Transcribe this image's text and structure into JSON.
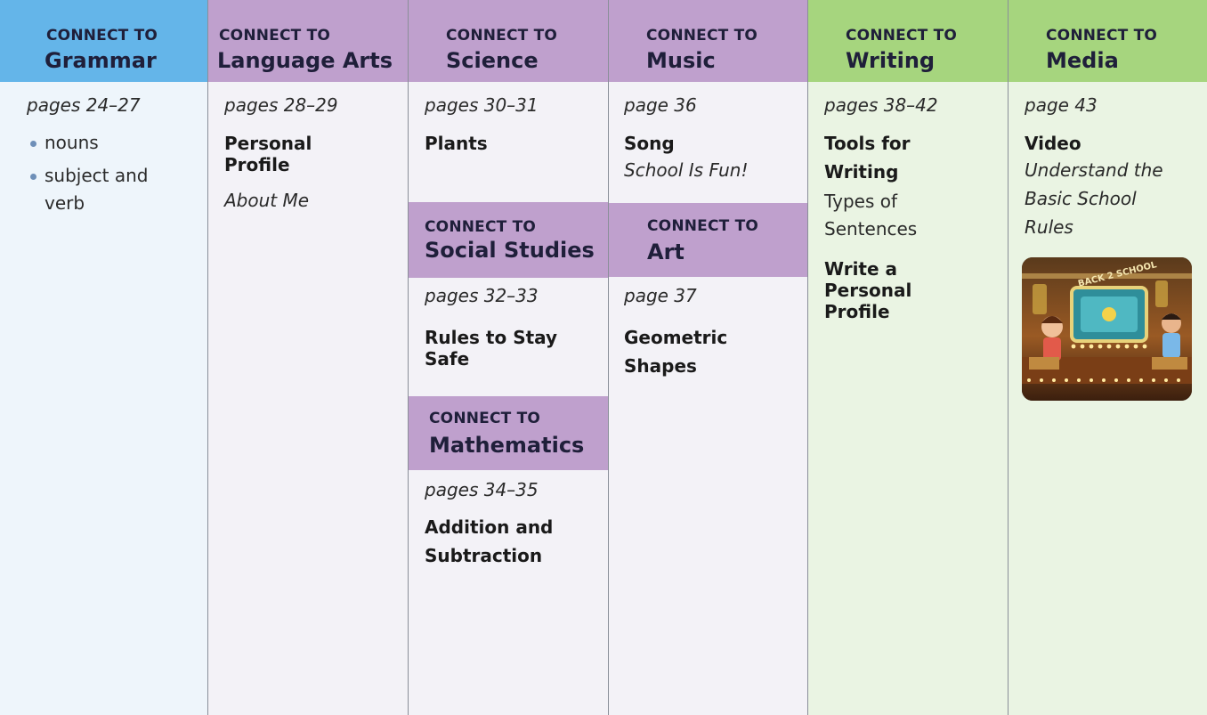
{
  "colors": {
    "blue_header": "#64b5e9",
    "blue_body": "#eef5fb",
    "purple_header": "#bfa0cd",
    "purple_body": "#f3f2f7",
    "green_header": "#a6d57e",
    "green_body": "#eaf4e3",
    "divider": "#8a8f99"
  },
  "header_kicker": "CONNECT TO",
  "grammar": {
    "subject": "Grammar",
    "pages": "pages 24–27",
    "bullets": [
      "nouns",
      "subject and",
      "verb"
    ]
  },
  "language_arts": {
    "subject": "Language Arts",
    "pages": "pages 28–29",
    "title_lines": [
      "Personal",
      "Profile"
    ],
    "subtitle": "About Me"
  },
  "science": {
    "subject": "Science",
    "pages": "pages 30–31",
    "title": "Plants"
  },
  "social_studies": {
    "subject": "Social Studies",
    "pages": "pages 32–33",
    "title_lines": [
      "Rules to Stay",
      "Safe"
    ]
  },
  "mathematics": {
    "subject": "Mathematics",
    "pages": "pages 34–35",
    "title_lines": [
      "Addition and",
      "Subtraction"
    ]
  },
  "music": {
    "subject": "Music",
    "pages": "page 36",
    "title": "Song",
    "subtitle": "School Is Fun!"
  },
  "art": {
    "subject": "Art",
    "pages": "page 37",
    "title_lines": [
      "Geometric",
      "Shapes"
    ]
  },
  "writing": {
    "subject": "Writing",
    "pages": "pages 38–42",
    "title1_lines": [
      "Tools for",
      "Writing"
    ],
    "text_lines": [
      "Types of",
      "Sentences"
    ],
    "title2_lines": [
      "Write a",
      "Personal",
      "Profile"
    ]
  },
  "media": {
    "subject": "Media",
    "pages": "page 43",
    "title": "Video",
    "subtitle_lines": [
      "Understand the",
      "Basic School",
      "Rules"
    ],
    "thumbnail_text": "BACK 2 SCHOOL"
  }
}
